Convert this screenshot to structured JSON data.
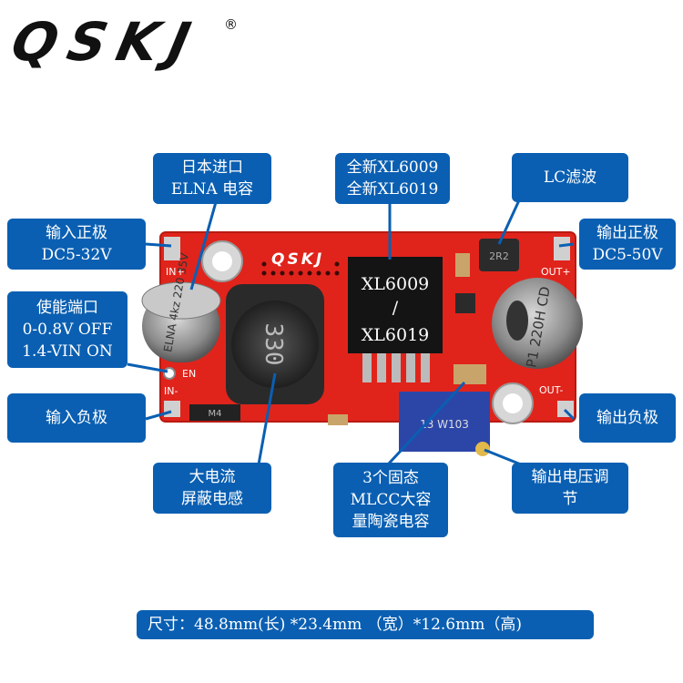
{
  "brand": {
    "logo": "QSKJ",
    "registered": "®"
  },
  "board": {
    "silk_brand": "QSKJ",
    "chip_line1": "XL6009",
    "chip_line2": "/",
    "chip_line3": "XL6019",
    "pin_in_plus": "IN+",
    "pin_en": "EN",
    "pin_in_minus": "IN-",
    "pin_out_plus": "OUT+",
    "pin_out_minus": "OUT-",
    "inductor_label": "330",
    "cap_left": "ELNA 4kz 220 35V",
    "cap_right": "P1 220H CD",
    "pot_label": "13 W103",
    "diode_label": "M4"
  },
  "callouts": {
    "elna": [
      "日本进口",
      "ELNA 电容"
    ],
    "chip": [
      "全新XL6009",
      "全新XL6019"
    ],
    "lc": [
      "LC滤波"
    ],
    "in_pos": [
      "输入正极",
      "DC5-32V"
    ],
    "out_pos": [
      "输出正极",
      "DC5-50V"
    ],
    "enable": [
      "使能端口",
      "0-0.8V OFF",
      "1.4-VIN ON"
    ],
    "in_neg": [
      "输入负极"
    ],
    "out_neg": [
      "输出负极"
    ],
    "inductor": [
      "大电流",
      "屏蔽电感"
    ],
    "mlcc": [
      "3个固态",
      "MLCC大容",
      "量陶瓷电容"
    ],
    "voltage_adj": [
      "输出电压调",
      "节"
    ]
  },
  "dimensions": "尺寸：48.8mm(长) *23.4mm （宽）*12.6mm（高)",
  "colors": {
    "callout_bg": "#0a5fb2",
    "pcb": "#e0241b",
    "text": "#ffffff"
  }
}
